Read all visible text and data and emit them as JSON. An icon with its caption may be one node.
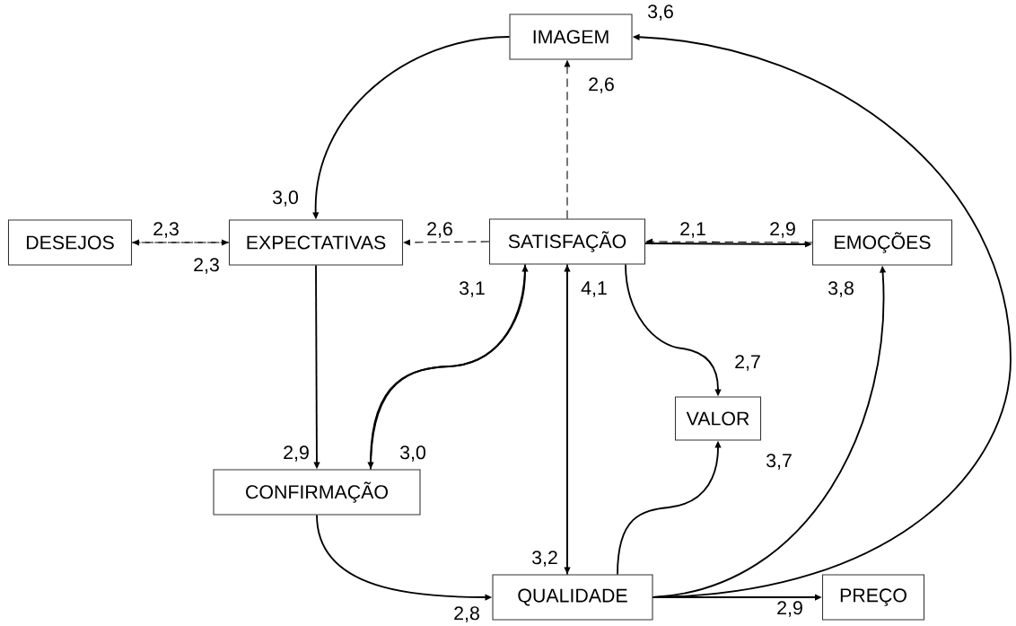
{
  "diagram": {
    "nodes": [
      {
        "text": [
          "IMAGEM"
        ]
      },
      {
        "text": [
          "DESEJOS"
        ]
      },
      {
        "text": [
          "EXPECTATIVAS"
        ]
      },
      {
        "text": [
          "SATISFAÇÃO"
        ]
      },
      {
        "text": [
          "EMOÇÕES"
        ]
      },
      {
        "text": [
          "VALOR"
        ]
      },
      {
        "text": [
          "CONFIRMAÇÃO"
        ]
      },
      {
        "text": [
          "QUALIDADE"
        ]
      },
      {
        "text": [
          "PREÇO"
        ]
      }
    ],
    "edges": [
      {
        "from": 0,
        "to": 2,
        "label": "3,0",
        "arrow": "to"
      },
      {
        "from": 2,
        "to": 1,
        "label": "2,3",
        "arrow": "to",
        "style": "dashed"
      },
      {
        "from": 1,
        "to": 2,
        "label": "2,3",
        "arrow": "to",
        "style": "dashed"
      },
      {
        "from": 3,
        "to": 2,
        "label": "2,6",
        "arrow": "to",
        "style": "dashed"
      },
      {
        "from": 3,
        "to": 0,
        "label": "2,6",
        "arrow": "to",
        "style": "dashed"
      },
      {
        "from": 4,
        "to": 3,
        "label": "2,1",
        "arrow": "to",
        "style": "dashed"
      },
      {
        "from": 3,
        "to": 4,
        "label": "2,9",
        "arrow": "to"
      },
      {
        "from": 2,
        "to": 6,
        "label": "2,9",
        "arrow": "to"
      },
      {
        "from": 6,
        "to": 3,
        "label": "3,1",
        "arrow": "to"
      },
      {
        "from": 3,
        "to": 6,
        "label": "3,0",
        "arrow": "to"
      },
      {
        "from": 7,
        "to": 3,
        "label": "4,1",
        "arrow": "to"
      },
      {
        "from": 3,
        "to": 7,
        "label": "3,2",
        "arrow": "to"
      },
      {
        "from": 3,
        "to": 5,
        "label": "2,7",
        "arrow": "to"
      },
      {
        "from": 7,
        "to": 5,
        "label": "3,7",
        "arrow": "to"
      },
      {
        "from": 7,
        "to": 4,
        "label": "3,8",
        "arrow": "to"
      },
      {
        "from": 7,
        "to": 0,
        "label": "3,6",
        "arrow": "to"
      },
      {
        "from": 7,
        "to": 8,
        "label": "2,9",
        "arrow": "to"
      },
      {
        "from": 6,
        "to": 7,
        "label": "2,8",
        "arrow": "to"
      }
    ]
  }
}
